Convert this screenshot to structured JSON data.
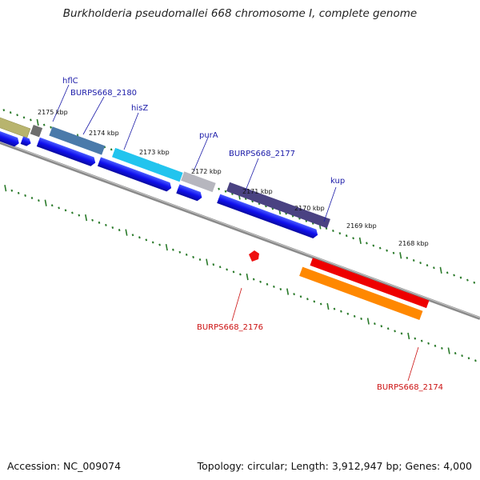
{
  "title": "Burkholderia pseudomallei 668 chromosome I, complete genome",
  "footer": {
    "accession": "Accession: NC_009074",
    "summary": "Topology: circular; Length: 3,912,947 bp; Genes: 4,000"
  },
  "ruler": {
    "ticks": [
      "2175 kbp",
      "2174 kbp",
      "2173 kbp",
      "2172 kbp",
      "2171 kbp",
      "2170 kbp",
      "2169 kbp",
      "2168 kbp"
    ]
  },
  "gene_labels": {
    "forward": [
      "hflC",
      "BURPS668_2180",
      "hisZ",
      "purA",
      "BURPS668_2177",
      "kup"
    ],
    "reverse": [
      "BURPS668_2176",
      "BURPS668_2174"
    ]
  },
  "colors": {
    "forward_label": "#1a1aa8",
    "reverse_label": "#cc1111",
    "cds_arrow": "#1010ee",
    "backbone": "#8a8a8a",
    "tick": "#2a7a2a",
    "hflC": "#b8b46e",
    "BURPS668_2180": "#6e6e6e",
    "hisZ": "#4a7aaa",
    "purA": "#22c4ee",
    "BURPS668_2177": "#b6b6be",
    "kup": "#4a4282",
    "BURPS668_2176": "#ee1111",
    "BURPS668_2174_red": "#ee0000",
    "BURPS668_2174_orange": "#ff8800"
  }
}
